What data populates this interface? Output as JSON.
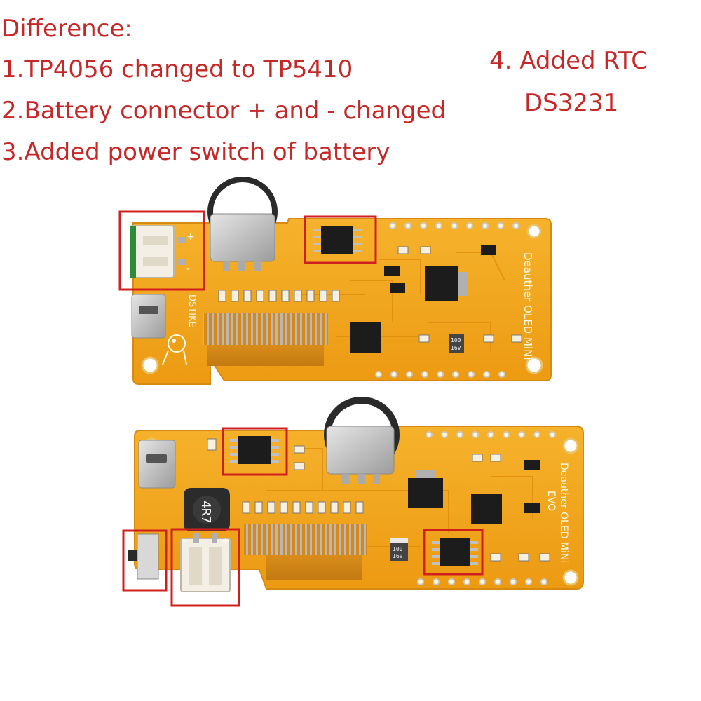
{
  "notes": {
    "heading": "Difference:",
    "item1": "1.TP4056 changed to TP5410",
    "item2": "2.Battery connector + and - changed",
    "item3": "3.Added power switch of battery",
    "item4_line1": "4. Added RTC",
    "item4_line2": "DS3231"
  },
  "board_top": {
    "silk_label": "Deauther OLED MiNi",
    "side_label": "DSTIKE",
    "connector_plus": "+",
    "connector_minus": "-",
    "cap_label_1": "100",
    "cap_label_2": "16V"
  },
  "board_bottom": {
    "silk_label": "Deauther OLED MiNi",
    "silk_label_2": "EVO",
    "inductor_label": "4R7",
    "connector_plus": "+",
    "connector_minus": "-",
    "cap_label_1": "100",
    "cap_label_2": "16V"
  },
  "colors": {
    "annotation_red": "#c62828",
    "pcb_orange": "#f2a31b",
    "chip_black": "#1c1c1c"
  }
}
